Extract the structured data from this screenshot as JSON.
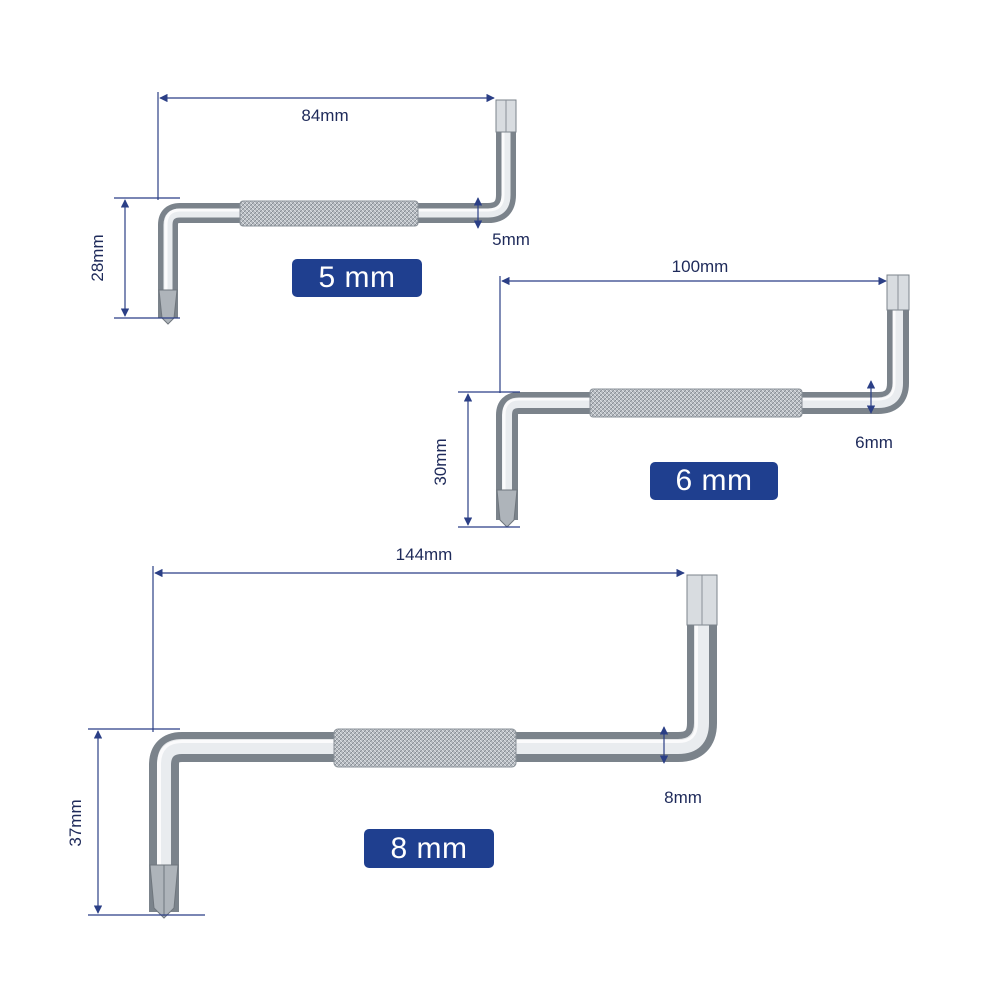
{
  "products": [
    {
      "size_label": "5 mm",
      "length": "84mm",
      "height": "28mm",
      "shaft": "5mm"
    },
    {
      "size_label": "6 mm",
      "length": "100mm",
      "height": "30mm",
      "shaft": "6mm"
    },
    {
      "size_label": "8 mm",
      "length": "144mm",
      "height": "37mm",
      "shaft": "8mm"
    }
  ],
  "colors": {
    "dimension_line": "#2b3f86",
    "badge": "#1f3f8f",
    "steel_dark": "#7d848c",
    "steel_light": "#f4f6f8"
  }
}
